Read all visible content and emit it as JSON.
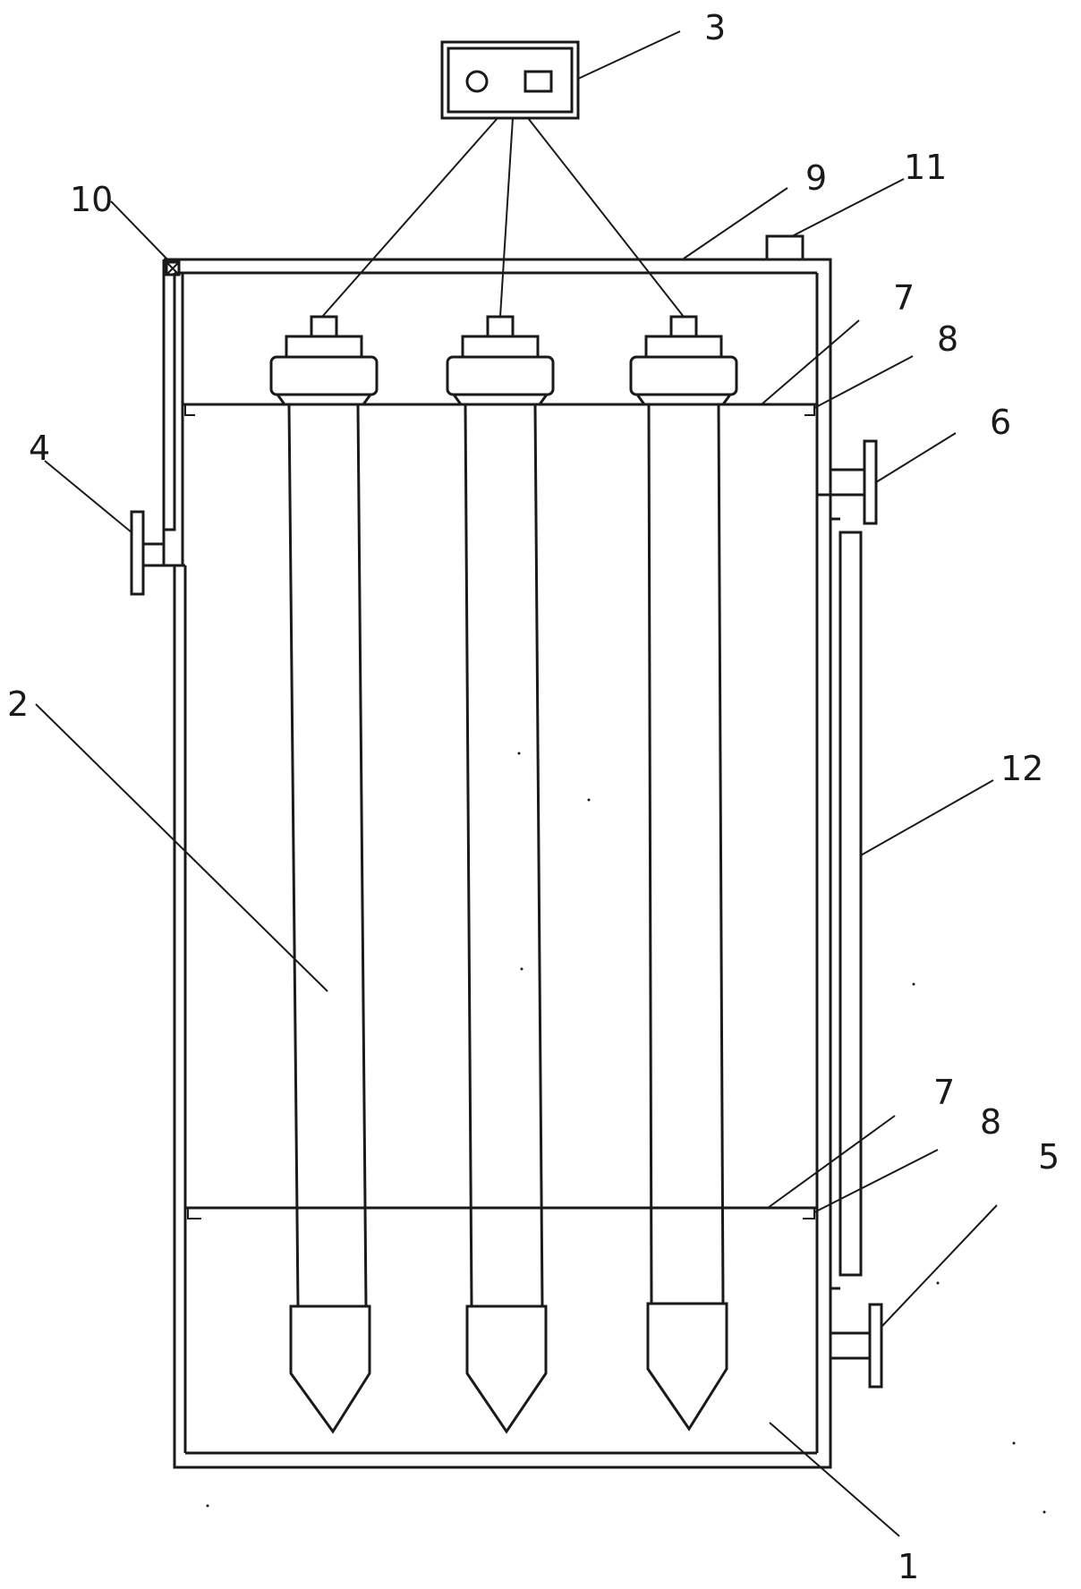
{
  "diagram": {
    "labels": {
      "tank": "1",
      "inner_chamber": "2",
      "control_box": "3",
      "inlet_left": "4",
      "outlet_bottom_right": "5",
      "outlet_top_right": "6",
      "partition_upper": "7",
      "partition_lower": "7",
      "support_upper": "8",
      "support_lower": "8",
      "top_cover": "9",
      "vent_valve": "10",
      "top_fitting": "11",
      "level_gauge": "12"
    },
    "lamp_count": 3,
    "colors": {
      "line": "#1a1a1a",
      "background": "#ffffff"
    }
  }
}
